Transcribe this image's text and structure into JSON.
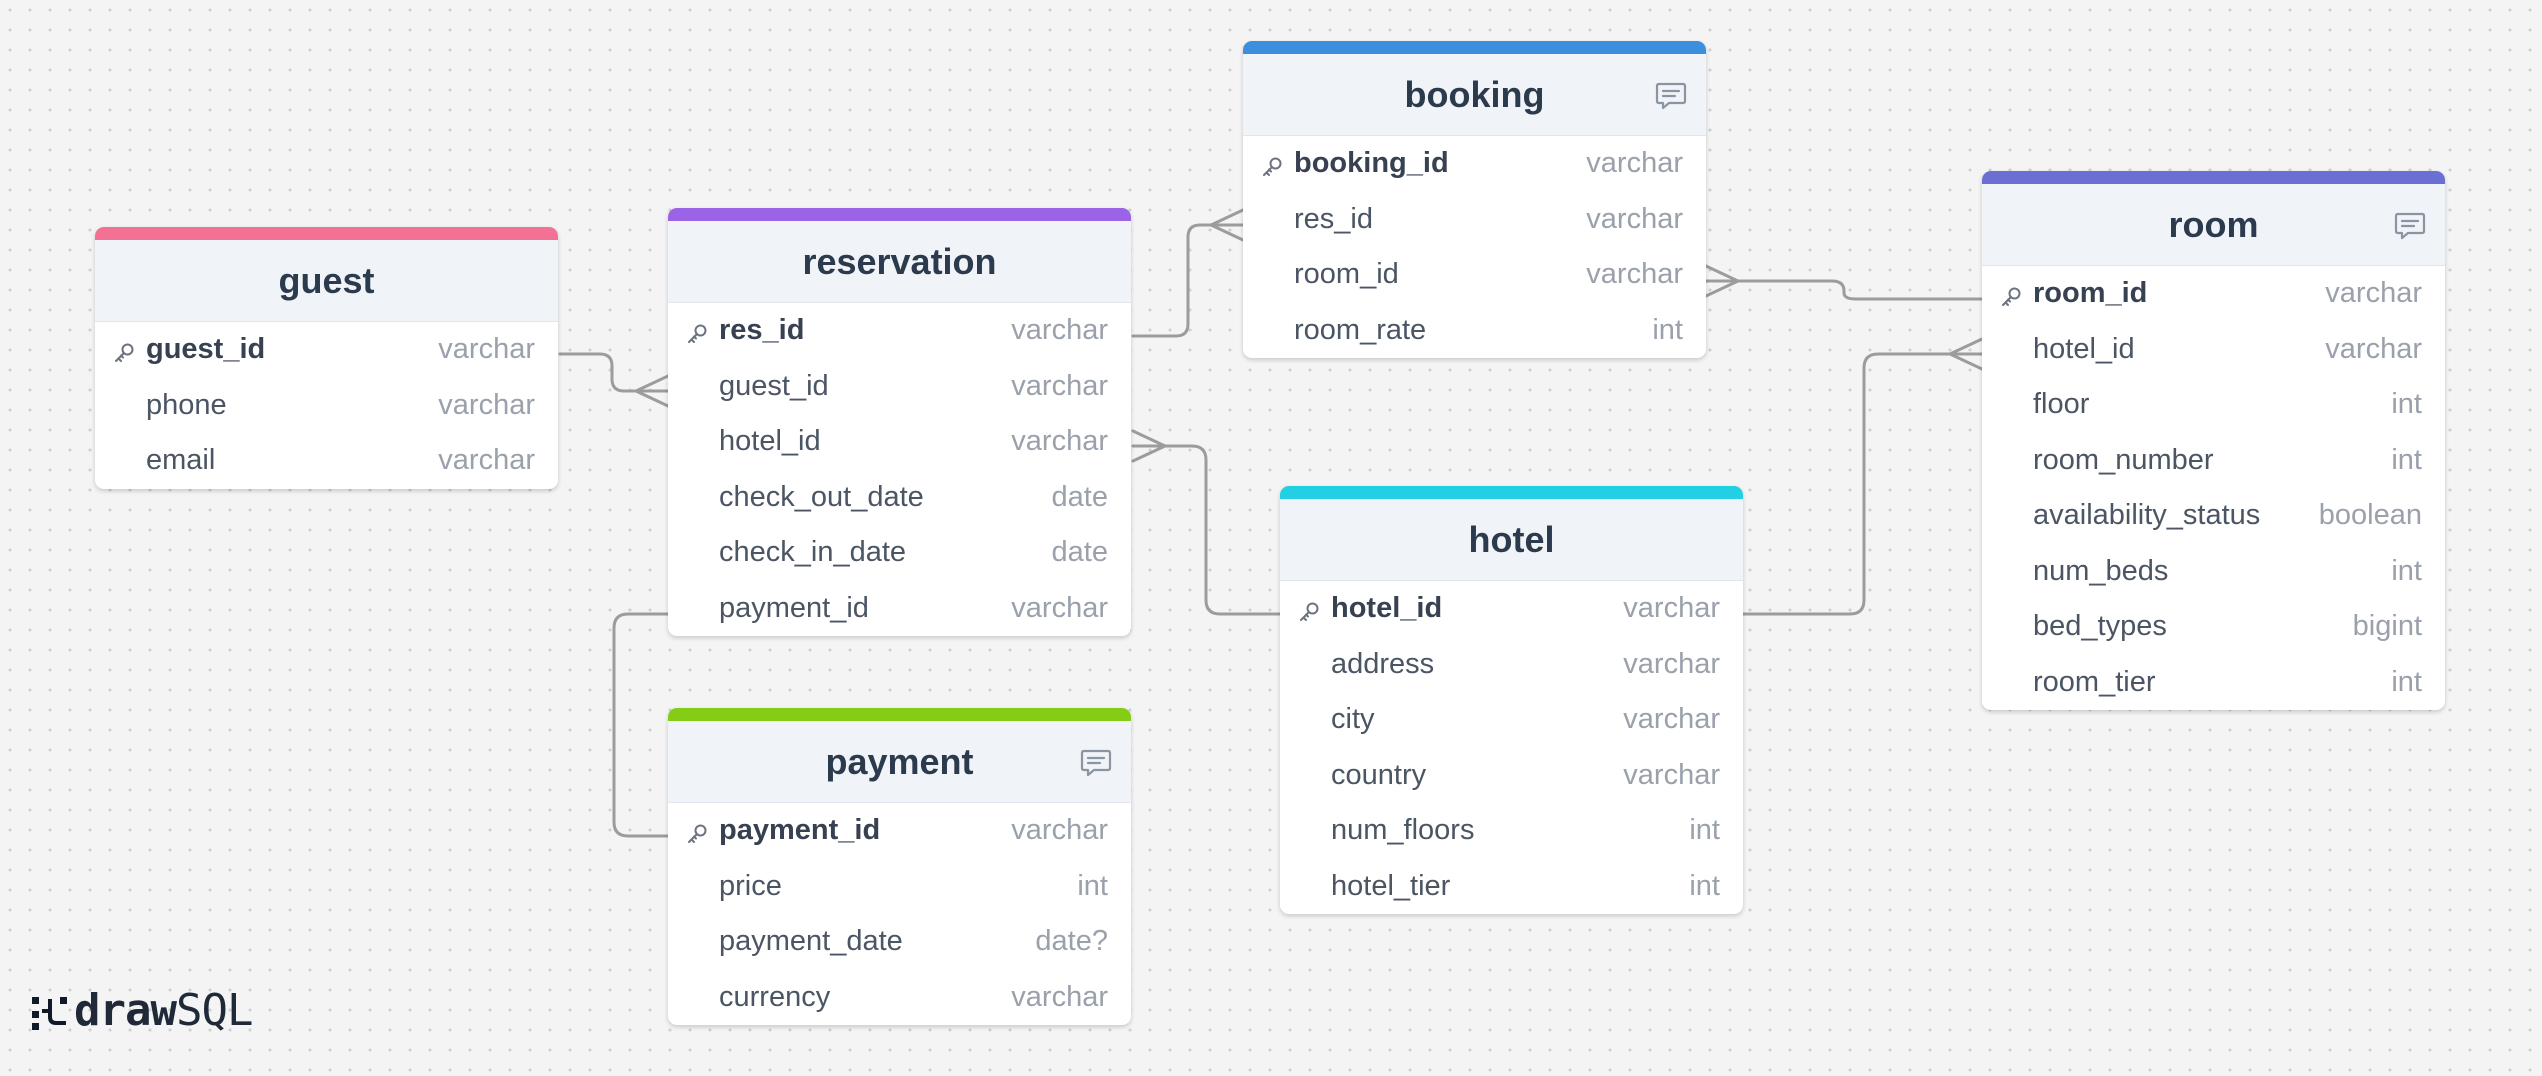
{
  "tables": {
    "guest": {
      "title": "guest",
      "color": "#f47196",
      "fields": [
        {
          "name": "guest_id",
          "type": "varchar",
          "pk": true
        },
        {
          "name": "phone",
          "type": "varchar"
        },
        {
          "name": "email",
          "type": "varchar"
        }
      ]
    },
    "reservation": {
      "title": "reservation",
      "color": "#9b63e6",
      "fields": [
        {
          "name": "res_id",
          "type": "varchar",
          "pk": true
        },
        {
          "name": "guest_id",
          "type": "varchar"
        },
        {
          "name": "hotel_id",
          "type": "varchar"
        },
        {
          "name": "check_out_date",
          "type": "date"
        },
        {
          "name": "check_in_date",
          "type": "date"
        },
        {
          "name": "payment_id",
          "type": "varchar"
        }
      ]
    },
    "payment": {
      "title": "payment",
      "color": "#84cc16",
      "has_note": true,
      "fields": [
        {
          "name": "payment_id",
          "type": "varchar",
          "pk": true
        },
        {
          "name": "price",
          "type": "int"
        },
        {
          "name": "payment_date",
          "type": "date?"
        },
        {
          "name": "currency",
          "type": "varchar"
        }
      ]
    },
    "booking": {
      "title": "booking",
      "color": "#3b8fdd",
      "has_note": true,
      "fields": [
        {
          "name": "booking_id",
          "type": "varchar",
          "pk": true
        },
        {
          "name": "res_id",
          "type": "varchar"
        },
        {
          "name": "room_id",
          "type": "varchar"
        },
        {
          "name": "room_rate",
          "type": "int"
        }
      ]
    },
    "hotel": {
      "title": "hotel",
      "color": "#22cfe3",
      "fields": [
        {
          "name": "hotel_id",
          "type": "varchar",
          "pk": true
        },
        {
          "name": "address",
          "type": "varchar"
        },
        {
          "name": "city",
          "type": "varchar"
        },
        {
          "name": "country",
          "type": "varchar"
        },
        {
          "name": "num_floors",
          "type": "int"
        },
        {
          "name": "hotel_tier",
          "type": "int"
        }
      ]
    },
    "room": {
      "title": "room",
      "color": "#6b6fd4",
      "has_note": true,
      "fields": [
        {
          "name": "room_id",
          "type": "varchar",
          "pk": true
        },
        {
          "name": "hotel_id",
          "type": "varchar"
        },
        {
          "name": "floor",
          "type": "int"
        },
        {
          "name": "room_number",
          "type": "int"
        },
        {
          "name": "availability_status",
          "type": "boolean"
        },
        {
          "name": "num_beds",
          "type": "int"
        },
        {
          "name": "bed_types",
          "type": "bigint"
        },
        {
          "name": "room_tier",
          "type": "int"
        }
      ]
    }
  },
  "relationships": [
    {
      "from": "guest.guest_id",
      "to": "reservation.guest_id",
      "to_cardinality": "many"
    },
    {
      "from": "reservation.res_id",
      "to": "booking.res_id",
      "to_cardinality": "many"
    },
    {
      "from": "hotel.hotel_id",
      "to": "reservation.hotel_id",
      "to_cardinality": "many"
    },
    {
      "from": "payment.payment_id",
      "to": "reservation.payment_id",
      "to_cardinality": "one"
    },
    {
      "from": "room.room_id",
      "to": "booking.room_id",
      "to_cardinality": "many"
    },
    {
      "from": "hotel.hotel_id",
      "to": "room.hotel_id",
      "to_cardinality": "many"
    }
  ],
  "icons": {
    "primary_key": "key-icon",
    "note": "comment-icon",
    "logo": "drawsql-logo-icon"
  },
  "logo": {
    "text_bold": "draw",
    "text_regular": "SQL"
  }
}
